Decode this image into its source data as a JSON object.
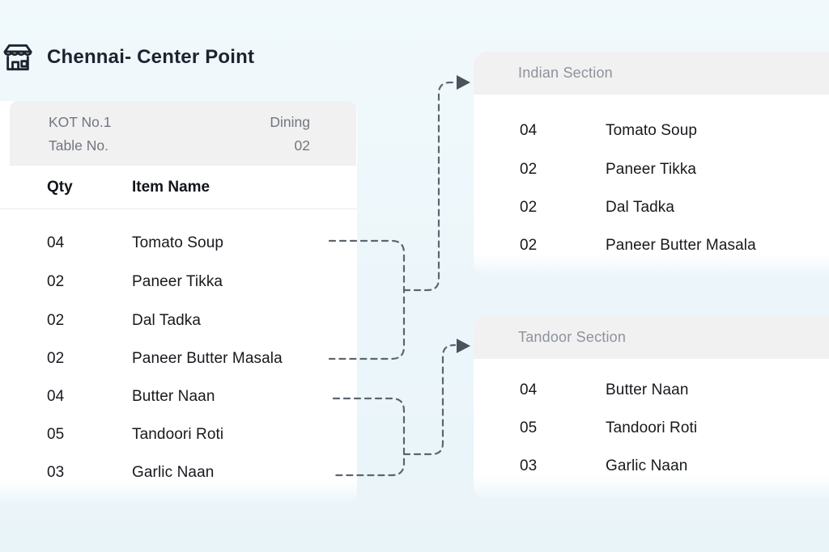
{
  "brand": {
    "title": "Chennai- Center Point",
    "icon": "storefront-icon"
  },
  "kot": {
    "number_label": "KOT No.1",
    "service_type": "Dining",
    "table_label": "Table No.",
    "table_number": "02",
    "columns": {
      "qty": "Qty",
      "item": "Item Name"
    },
    "items": [
      {
        "qty": "04",
        "name": "Tomato Soup"
      },
      {
        "qty": "02",
        "name": "Paneer Tikka"
      },
      {
        "qty": "02",
        "name": "Dal Tadka"
      },
      {
        "qty": "02",
        "name": "Paneer Butter Masala"
      },
      {
        "qty": "04",
        "name": "Butter Naan"
      },
      {
        "qty": "05",
        "name": "Tandoori Roti"
      },
      {
        "qty": "03",
        "name": "Garlic Naan"
      }
    ]
  },
  "sections": [
    {
      "title": "Indian Section",
      "items": [
        {
          "qty": "04",
          "name": "Tomato Soup"
        },
        {
          "qty": "02",
          "name": "Paneer Tikka"
        },
        {
          "qty": "02",
          "name": "Dal Tadka"
        },
        {
          "qty": "02",
          "name": "Paneer Butter Masala"
        }
      ]
    },
    {
      "title": "Tandoor Section",
      "items": [
        {
          "qty": "04",
          "name": "Butter Naan"
        },
        {
          "qty": "05",
          "name": "Tandoori Roti"
        },
        {
          "qty": "03",
          "name": "Garlic Naan"
        }
      ]
    }
  ],
  "colors": {
    "background": "#ecf6fa",
    "card": "#ffffff",
    "panel_header": "#f1f1f2",
    "title_text": "#1d2430",
    "item_text": "#17191d",
    "muted_text": "#71767e",
    "section_title_text": "#8d939c",
    "connector": "#5c6670"
  }
}
